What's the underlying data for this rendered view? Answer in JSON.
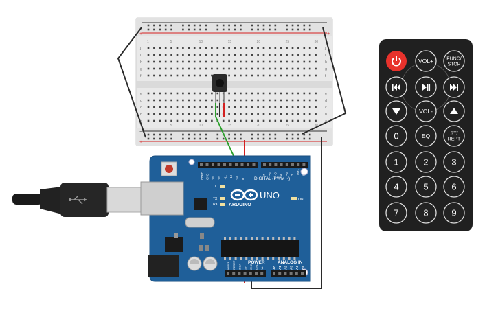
{
  "arduino": {
    "brand": "ARDUINO",
    "model": "UNO",
    "digital_label": "DIGITAL (PWM ~)",
    "analog_label": "ANALOG IN",
    "power_label": "POWER",
    "on_label": "ON",
    "led_l": "L",
    "led_tx": "TX",
    "led_rx": "RX",
    "power_pins": [
      "IOREF",
      "RESET",
      "3.3V",
      "5V",
      "GND",
      "GND",
      "Vin"
    ],
    "analog_pins": [
      "A0",
      "A1",
      "A2",
      "A3",
      "A4",
      "A5"
    ],
    "top_pins_left": [
      "AREF",
      "GND",
      "13",
      "12",
      "~11",
      "~10",
      "~9",
      "8"
    ],
    "top_pins_right": [
      "7",
      "~6",
      "~5",
      "4",
      "~3",
      "2",
      "TX▸1",
      "RX◂0"
    ]
  },
  "breadboard": {
    "rail_minus": "−",
    "rail_plus": "+",
    "row_letters_top": [
      "j",
      "i",
      "h",
      "g",
      "f"
    ],
    "row_letters_bottom": [
      "e",
      "d",
      "c",
      "b",
      "a"
    ],
    "column_numbers": [
      "1",
      "5",
      "10",
      "15",
      "20",
      "25",
      "30"
    ]
  },
  "remote": {
    "buttons": [
      {
        "label": "",
        "icon": "power-icon"
      },
      {
        "label": "VOL+",
        "icon": ""
      },
      {
        "label": "FUNC/\nSTOP",
        "icon": ""
      },
      {
        "label": "",
        "icon": "rewind-icon"
      },
      {
        "label": "",
        "icon": "play-pause-icon"
      },
      {
        "label": "",
        "icon": "fast-forward-icon"
      },
      {
        "label": "",
        "icon": "down-icon"
      },
      {
        "label": "VOL-",
        "icon": ""
      },
      {
        "label": "",
        "icon": "up-icon"
      },
      {
        "label": "0",
        "icon": ""
      },
      {
        "label": "EQ",
        "icon": ""
      },
      {
        "label": "ST/\nREPT",
        "icon": ""
      },
      {
        "label": "1",
        "icon": ""
      },
      {
        "label": "2",
        "icon": ""
      },
      {
        "label": "3",
        "icon": ""
      },
      {
        "label": "4",
        "icon": ""
      },
      {
        "label": "5",
        "icon": ""
      },
      {
        "label": "6",
        "icon": ""
      },
      {
        "label": "7",
        "icon": ""
      },
      {
        "label": "8",
        "icon": ""
      },
      {
        "label": "9",
        "icon": ""
      }
    ]
  },
  "colors": {
    "board_blue": "#1f5f99",
    "breadboard": "#e9e9e9",
    "remote_body": "#202020",
    "power_button": "#e8322c",
    "wire_red": "#d32020",
    "wire_green": "#2aa02a",
    "wire_black": "#2a2a2a"
  }
}
